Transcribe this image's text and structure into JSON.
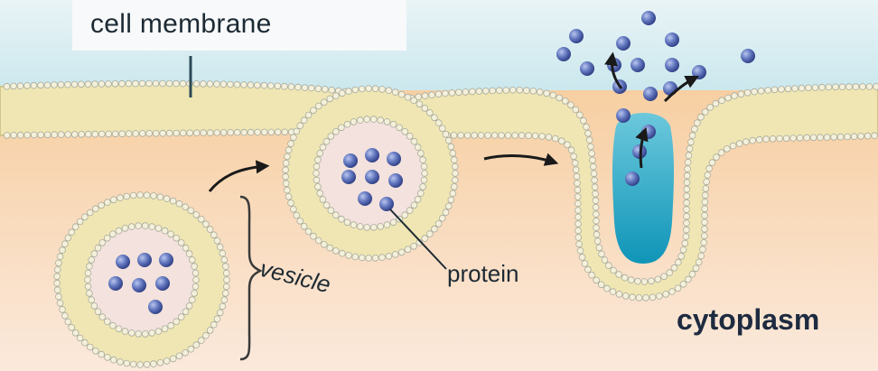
{
  "labels": {
    "cell_membrane": "cell membrane",
    "vesicle": "vesicle",
    "protein": "protein",
    "cytoplasm": "cytoplasm"
  },
  "colors": {
    "extracellular": "#cfe9ee",
    "cytoplasm": "#f6d2a8",
    "membrane_head": "#f2efc8",
    "membrane_tail": "#ead98f",
    "protein": "#5b6fb6",
    "released_fluid": "#1ea3c3",
    "arrow": "#1a1a1a"
  },
  "icons": {
    "arrow": "curved-arrow-icon",
    "protein": "protein-sphere-icon",
    "brace": "curly-brace-icon"
  }
}
